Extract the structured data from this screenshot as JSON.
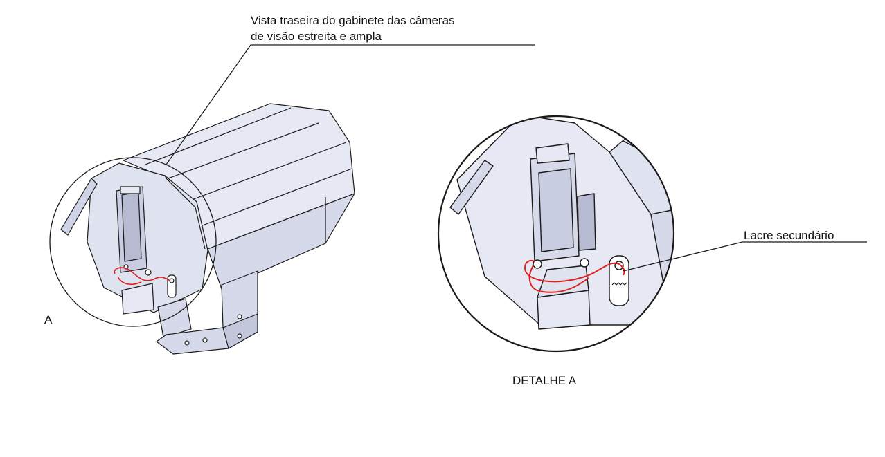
{
  "callouts": {
    "main_view_line1": "Vista traseira do gabinete das câmeras",
    "main_view_line2": "de visão estreita e ampla",
    "detail_marker": "A",
    "secondary_seal": "Lacre secundário",
    "detail_caption": "DETALHE A"
  },
  "colors": {
    "line": "#1a1a1a",
    "body_light": "#e6e8f3",
    "body_mid": "#d6d9ea",
    "body_dark": "#b7bbd2",
    "seal_wire": "#e02020",
    "background": "#ffffff"
  }
}
